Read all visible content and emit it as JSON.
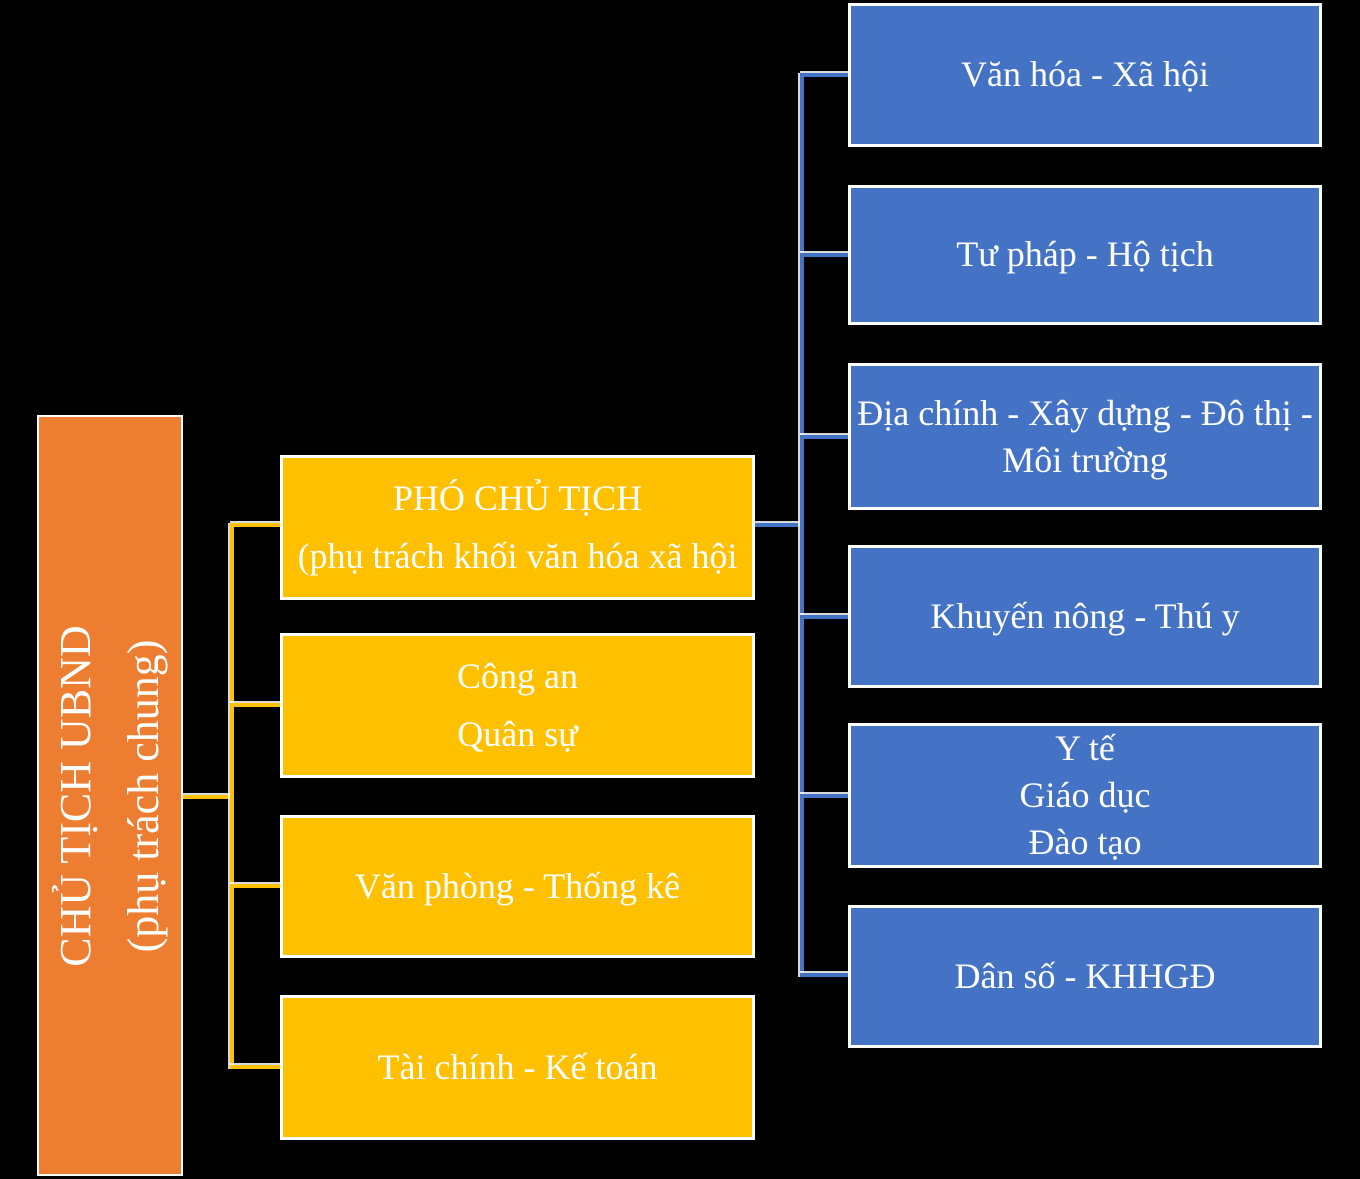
{
  "org": {
    "title": "Organizational chart of UBND (People's Committee)",
    "president": {
      "lines": [
        "CHỦ TỊCH UBND",
        "(phụ trách chung)"
      ]
    },
    "level2": [
      {
        "lines": [
          "PHÓ CHỦ TỊCH",
          "(phụ trách khối văn hóa xã hội"
        ]
      },
      {
        "lines": [
          "Công an",
          "Quân sự"
        ]
      },
      {
        "lines": [
          "Văn phòng - Thống kê"
        ]
      },
      {
        "lines": [
          "Tài chính - Kế toán"
        ]
      }
    ],
    "level3": [
      {
        "lines": [
          "Văn hóa - Xã hội"
        ]
      },
      {
        "lines": [
          "Tư pháp - Hộ tịch"
        ]
      },
      {
        "lines": [
          "Địa chính - Xây dựng - Đô thị -",
          "Môi trường"
        ]
      },
      {
        "lines": [
          "Khuyến nông - Thú y"
        ]
      },
      {
        "lines": [
          "Y tế",
          "Giáo dục",
          "Đào tạo"
        ]
      },
      {
        "lines": [
          "Dân số - KHHGĐ"
        ]
      }
    ],
    "colors": {
      "president_fill": "#ED7D31",
      "level2_fill": "#FFC000",
      "level3_fill": "#4472C4",
      "connector_left": "#FFC000",
      "connector_right": "#4472C4",
      "box_border": "#FFFFFF",
      "text": "#FFFFFF",
      "background": "#000000"
    }
  }
}
